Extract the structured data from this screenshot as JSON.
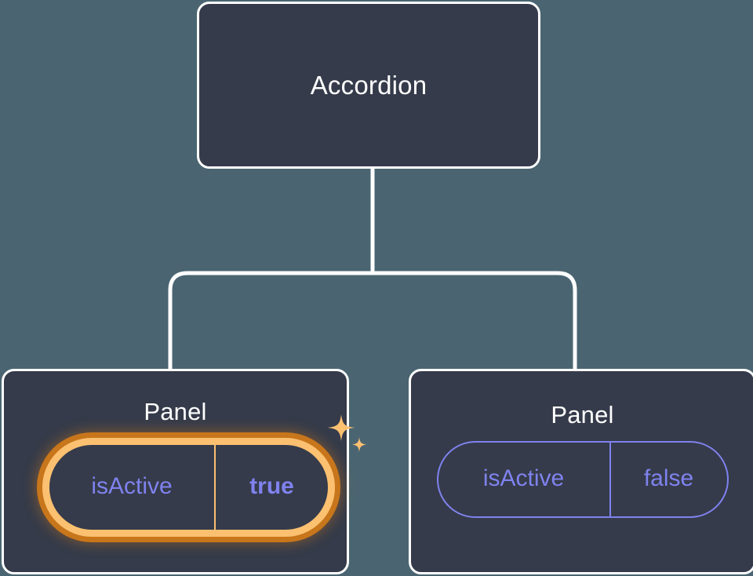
{
  "canvas": {
    "background_color": "#4a6571",
    "node_fill_color": "#353b4a",
    "node_border_color": "#ffffff",
    "connector_color": "#ffffff",
    "prop_accent_color": "#7f82ee",
    "highlight_inner_color": "#fcc071",
    "highlight_outer_color": "#c8761b"
  },
  "tree": {
    "root": {
      "title": "Accordion"
    },
    "children": [
      {
        "title": "Panel",
        "highlighted": true,
        "prop": {
          "key": "isActive",
          "value": "true"
        },
        "sparkle_icon": "sparkles-icon"
      },
      {
        "title": "Panel",
        "highlighted": false,
        "prop": {
          "key": "isActive",
          "value": "false"
        }
      }
    ]
  }
}
